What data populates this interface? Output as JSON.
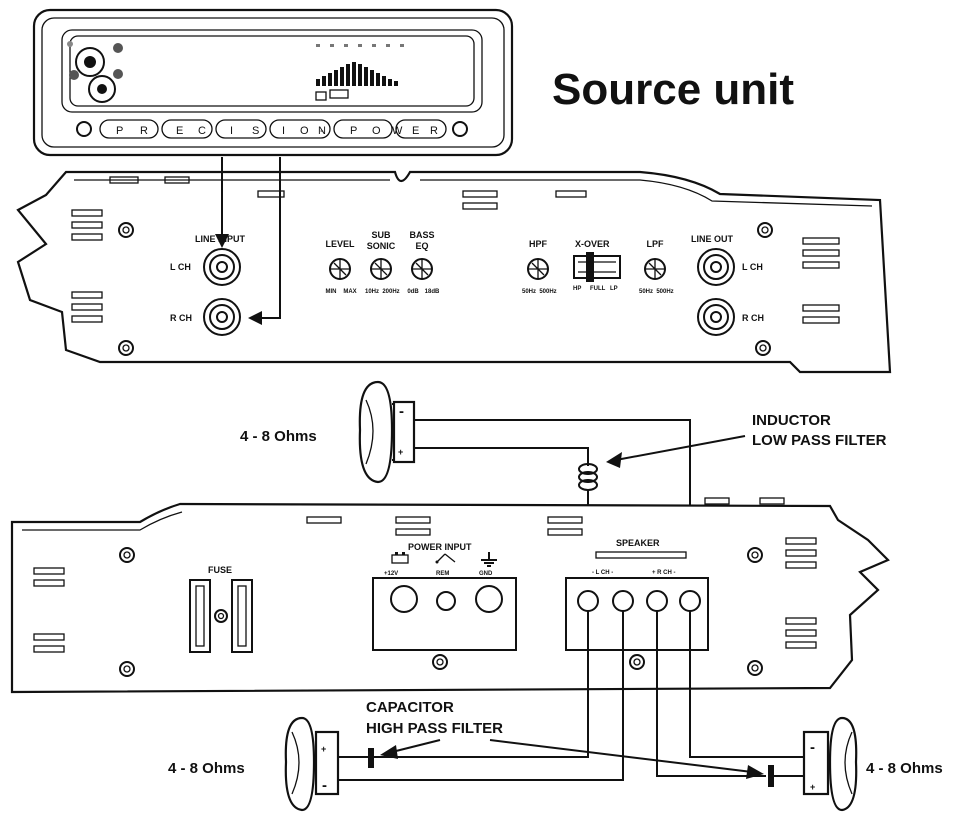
{
  "title": "Source unit",
  "source_unit": {
    "brand_letters": [
      "P",
      "R",
      "E",
      "C",
      "I",
      "S",
      "I",
      "O",
      "N",
      "-",
      "P",
      "O",
      "W",
      "E",
      "R"
    ]
  },
  "amp_top": {
    "line_input_label": "LINE INPUT",
    "line_out_label": "LINE OUT",
    "lch": "L CH",
    "rch": "R CH",
    "knobs": [
      {
        "label": "LEVEL",
        "min": "MIN",
        "max": "MAX"
      },
      {
        "label": "SUB SONIC",
        "label_line1": "SUB",
        "label_line2": "SONIC",
        "min": "10Hz",
        "max": "200Hz"
      },
      {
        "label": "BASS EQ",
        "label_line1": "BASS",
        "label_line2": "EQ",
        "min": "0dB",
        "max": "18dB"
      },
      {
        "label": "HPF",
        "min": "50Hz",
        "max": "500Hz"
      },
      {
        "label": "LPF",
        "min": "50Hz",
        "max": "500Hz"
      }
    ],
    "xover_label": "X-OVER",
    "xover_positions": [
      "HP",
      "FULL",
      "LP"
    ]
  },
  "amp_bottom": {
    "fuse_label": "FUSE",
    "power_input_label": "POWER INPUT",
    "power_terminals": [
      "+12V",
      "REM",
      "GND"
    ],
    "speaker_label": "SPEAKER",
    "speaker_lch": "- L CH -",
    "speaker_rch": "+ R CH -"
  },
  "annotations": {
    "ohms_top": "4 - 8 Ohms",
    "ohms_left": "4 - 8 Ohms",
    "ohms_right": "4 - 8 Ohms",
    "inductor_line1": "INDUCTOR",
    "inductor_line2": "LOW PASS FILTER",
    "capacitor_line1": "CAPACITOR",
    "capacitor_line2": "HIGH PASS FILTER"
  }
}
